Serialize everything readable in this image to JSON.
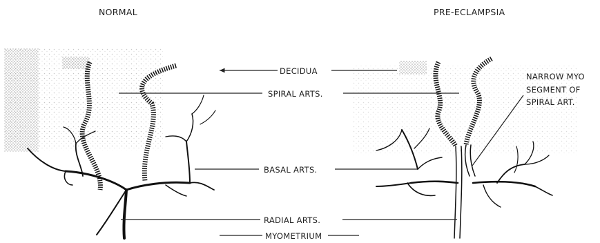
{
  "panels": {
    "normal_title": "NORMAL",
    "preeclampsia_title": "PRE-ECLAMPSIA"
  },
  "labels": {
    "decidua": "DECIDUA",
    "spiral_arts": "SPIRAL ARTS.",
    "basal_arts": "BASAL ARTS.",
    "radial_arts": "RADIAL ARTS.",
    "myometrium": "MYOMETRIUM",
    "narrow_line1": "NARROW MYO",
    "narrow_line2": "SEGMENT OF",
    "narrow_line3": "SPIRAL ART."
  }
}
